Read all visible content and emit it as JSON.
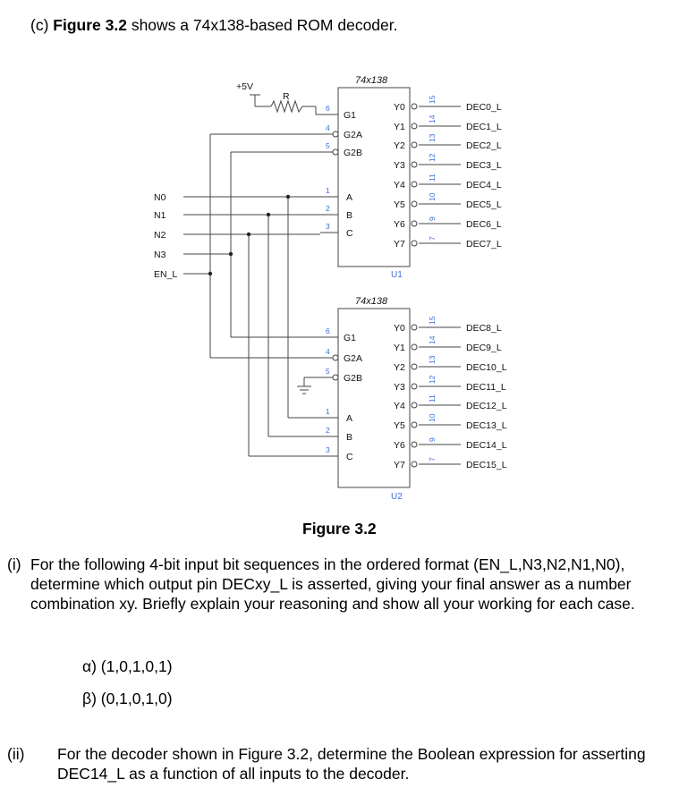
{
  "intro": {
    "prefix": "(c) ",
    "bold": "Figure 3.2",
    "rest": " shows a 74x138-based ROM decoder."
  },
  "circuit": {
    "supply": "+5V",
    "resistor": "R",
    "chip_type": "74x138",
    "inputs": [
      "N0",
      "N1",
      "N2",
      "N3",
      "EN_L"
    ],
    "enable_pins": [
      "G1",
      "G2A",
      "G2B"
    ],
    "select_pins": [
      "A",
      "B",
      "C"
    ],
    "enable_pin_numbers": [
      "6",
      "4",
      "5"
    ],
    "select_pin_numbers": [
      "1",
      "2",
      "3"
    ],
    "output_pins": [
      "Y0",
      "Y1",
      "Y2",
      "Y3",
      "Y4",
      "Y5",
      "Y6",
      "Y7"
    ],
    "output_pin_numbers": [
      "15",
      "14",
      "13",
      "12",
      "11",
      "10",
      "9",
      "7"
    ],
    "u1": {
      "name": "U1",
      "outputs": [
        "DEC0_L",
        "DEC1_L",
        "DEC2_L",
        "DEC3_L",
        "DEC4_L",
        "DEC5_L",
        "DEC6_L",
        "DEC7_L"
      ]
    },
    "u2": {
      "name": "U2",
      "outputs": [
        "DEC8_L",
        "DEC9_L",
        "DEC10_L",
        "DEC11_L",
        "DEC12_L",
        "DEC13_L",
        "DEC14_L",
        "DEC15_L"
      ]
    }
  },
  "figure_caption": "Figure 3.2",
  "question1": {
    "label": "(i)",
    "text": "For the following 4-bit input bit sequences in the ordered format (EN_L,N3,N2,N1,N0), determine which output pin DECxy_L is asserted, giving your final answer as a number combination xy. Briefly explain your reasoning and show all your working for each case.",
    "options": [
      "α)  (1,0,1,0,1)",
      "β)  (0,1,0,1,0)"
    ]
  },
  "question2": {
    "label": "(ii)",
    "text": "For the decoder shown in Figure 3.2, determine the Boolean expression for asserting DEC14_L as a function of all inputs to the decoder."
  }
}
